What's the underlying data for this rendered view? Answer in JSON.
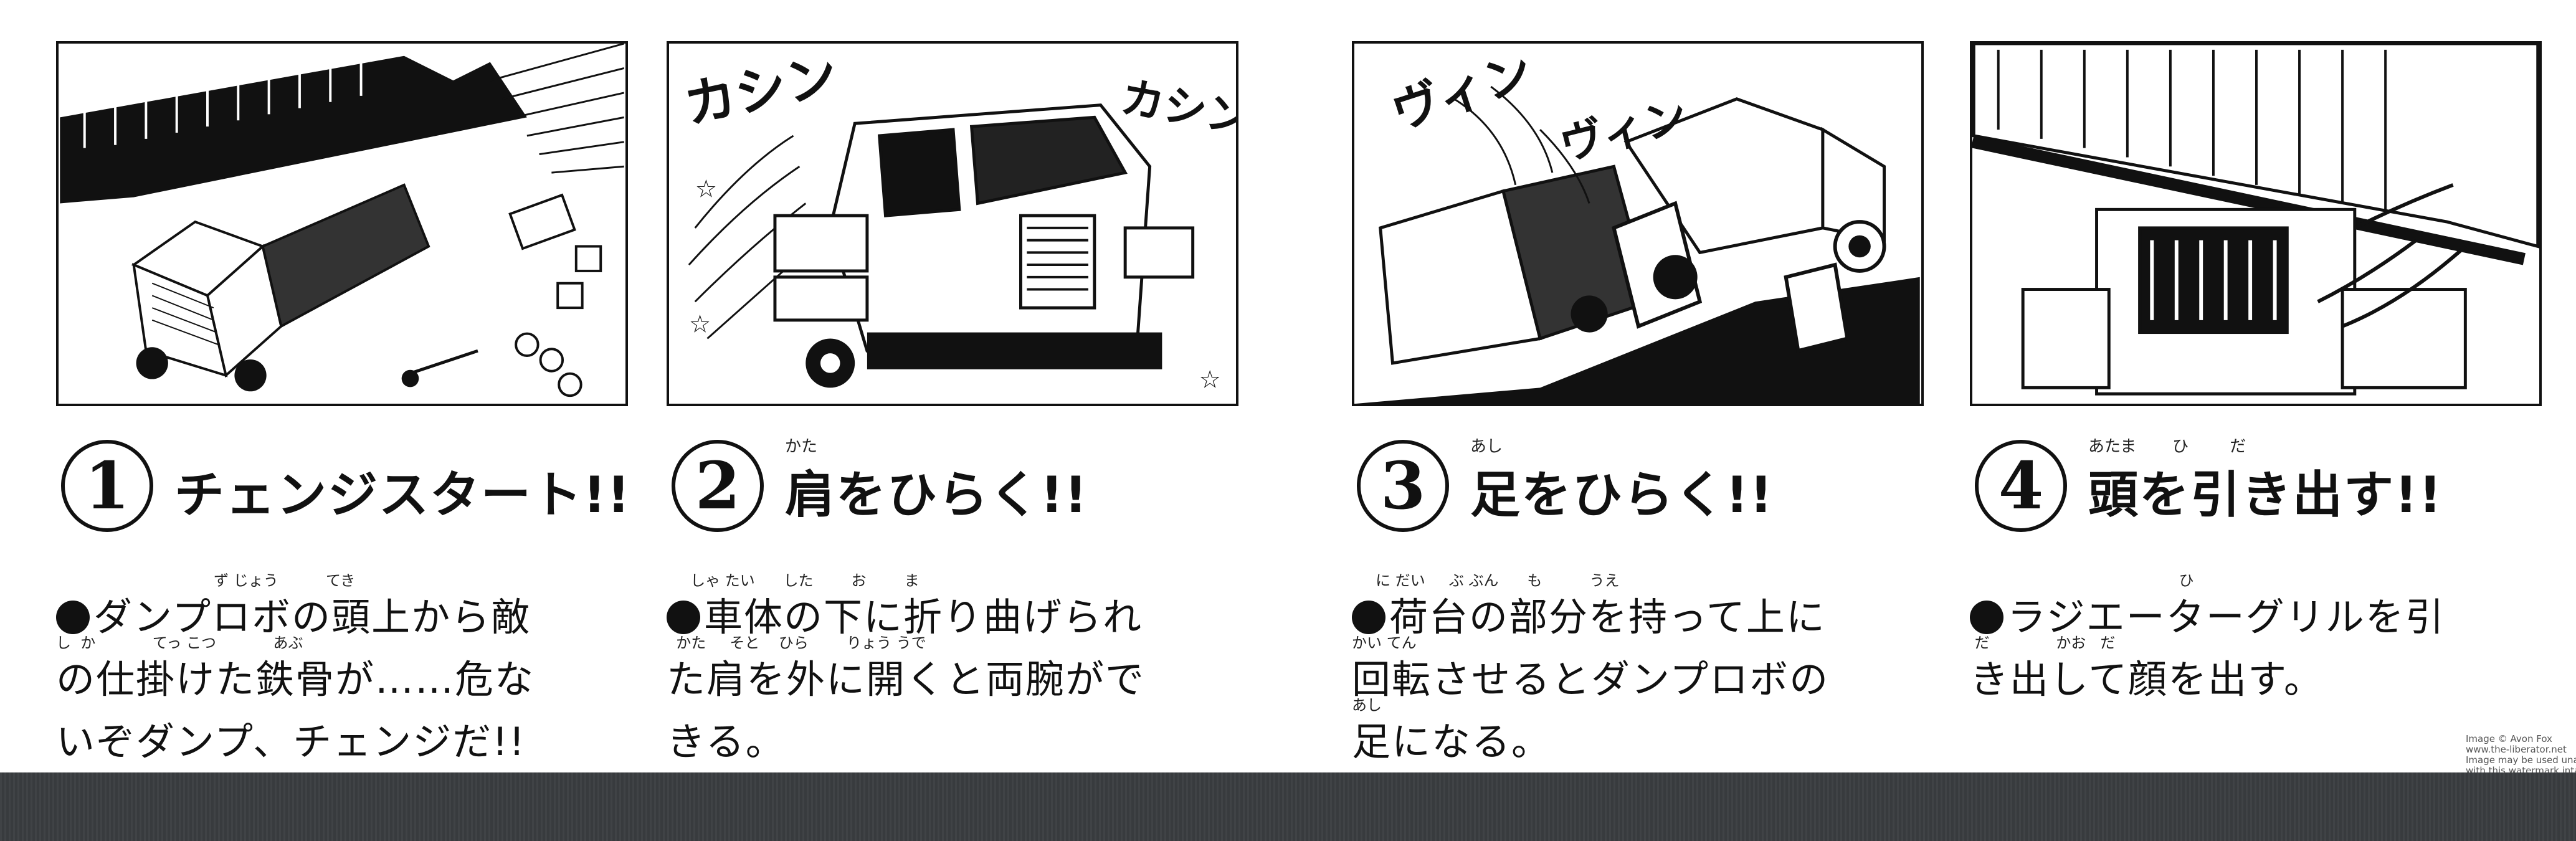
{
  "steps": [
    {
      "number": "1",
      "title": "チェンジスタート!!",
      "title_ruby": "",
      "lines": [
        {
          "ruby": "                        ず じょう          てき",
          "text": "ダンプロボの頭上から敵"
        },
        {
          "ruby": "し  か            てっ こつ            あぶ",
          "text": "の仕掛けた鉄骨が……危な"
        },
        {
          "ruby": "",
          "text": "いぞダンプ、チェンジだ!!"
        }
      ]
    },
    {
      "number": "2",
      "title": "肩をひらく!!",
      "title_ruby": "かた",
      "lines": [
        {
          "ruby": "     しゃ たい      した        お        ま",
          "text": "車体の下に折り曲げられ"
        },
        {
          "ruby": "  かた     そと    ひら        りょう うで",
          "text": "た肩を外に開くと両腕がで"
        },
        {
          "ruby": "",
          "text": "きる。"
        }
      ]
    },
    {
      "number": "3",
      "title": "足をひらく!!",
      "title_ruby": "あし",
      "lines": [
        {
          "ruby": "     に だい     ぶ ぶん      も          うえ",
          "text": "荷台の部分を持って上に"
        },
        {
          "ruby": "かい てん",
          "text": "回転させるとダンプロボの"
        },
        {
          "ruby": "あし",
          "text": "足になる。"
        }
      ]
    },
    {
      "number": "4",
      "title": "頭を引き出す!!",
      "title_ruby": "あたま       ひ        だ",
      "lines": [
        {
          "ruby": "                                            ひ",
          "text": "ラジエーターグリルを引"
        },
        {
          "ruby": " だ              かお   だ",
          "text": "き出して顔を出す。"
        }
      ]
    }
  ],
  "sfx": {
    "panel2_a": "カシン",
    "panel2_b": "カシン",
    "panel3_a": "ヴィン",
    "panel3_b": "ヴィン"
  },
  "credit": {
    "line1": "Image © Avon Fox",
    "line2": "www.the-liberator.net",
    "line3": "Image may be used unaltered",
    "line4": "with this watermark intact."
  }
}
